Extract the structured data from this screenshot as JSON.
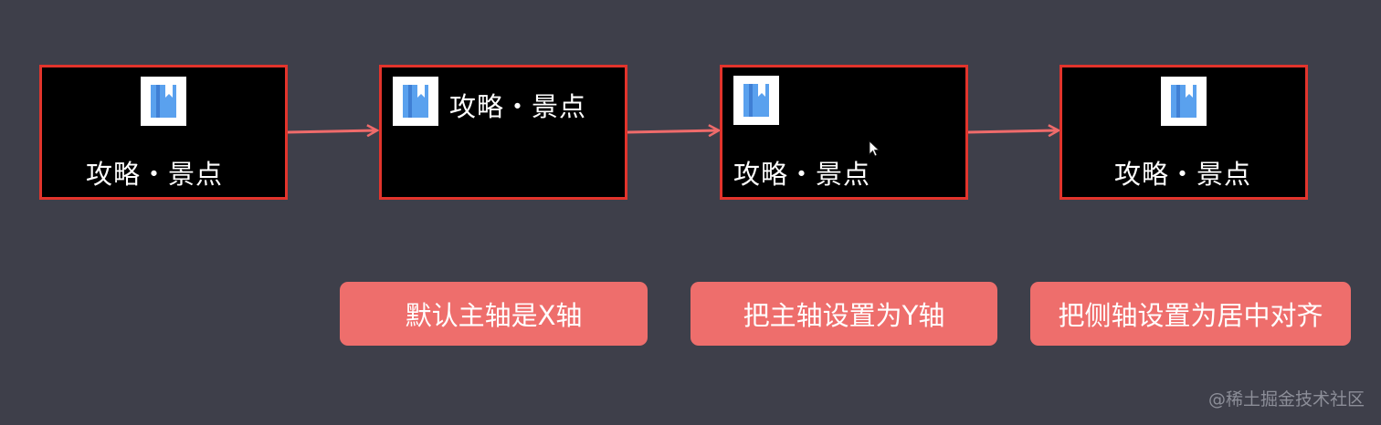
{
  "boxes": [
    {
      "label": "攻略・景点",
      "icon": "book-icon"
    },
    {
      "label": "攻略・景点",
      "icon": "book-icon"
    },
    {
      "label": "攻略・景点",
      "icon": "book-icon"
    },
    {
      "label": "攻略・景点",
      "icon": "book-icon"
    }
  ],
  "notes": [
    {
      "text": "默认主轴是X轴"
    },
    {
      "text": "把主轴设置为Y轴"
    },
    {
      "text": "把侧轴设置为居中对齐"
    }
  ],
  "watermark": "@稀土掘金技术社区",
  "colors": {
    "background": "#3e3f4a",
    "box_border": "#e2342c",
    "arrow": "#ef6b6b",
    "note_fill": "#ee6e6c",
    "icon_blue": "#4a90e2"
  }
}
